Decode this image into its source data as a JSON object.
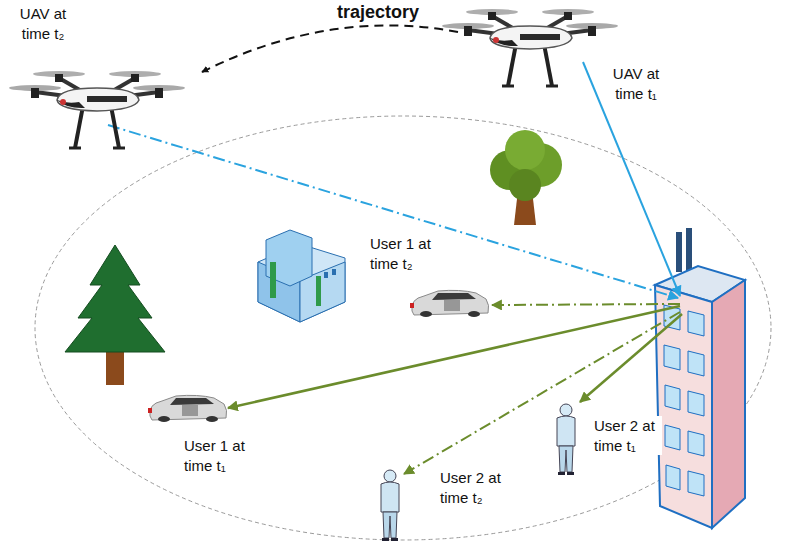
{
  "diagram": {
    "labels": [
      "trajectory",
      "UAV at time t₂",
      "UAV at time t₁",
      "User 1 at time t₂",
      "User 1 at time t₁",
      "User 2 at time t₂",
      "User 2 at time t₁"
    ]
  }
}
